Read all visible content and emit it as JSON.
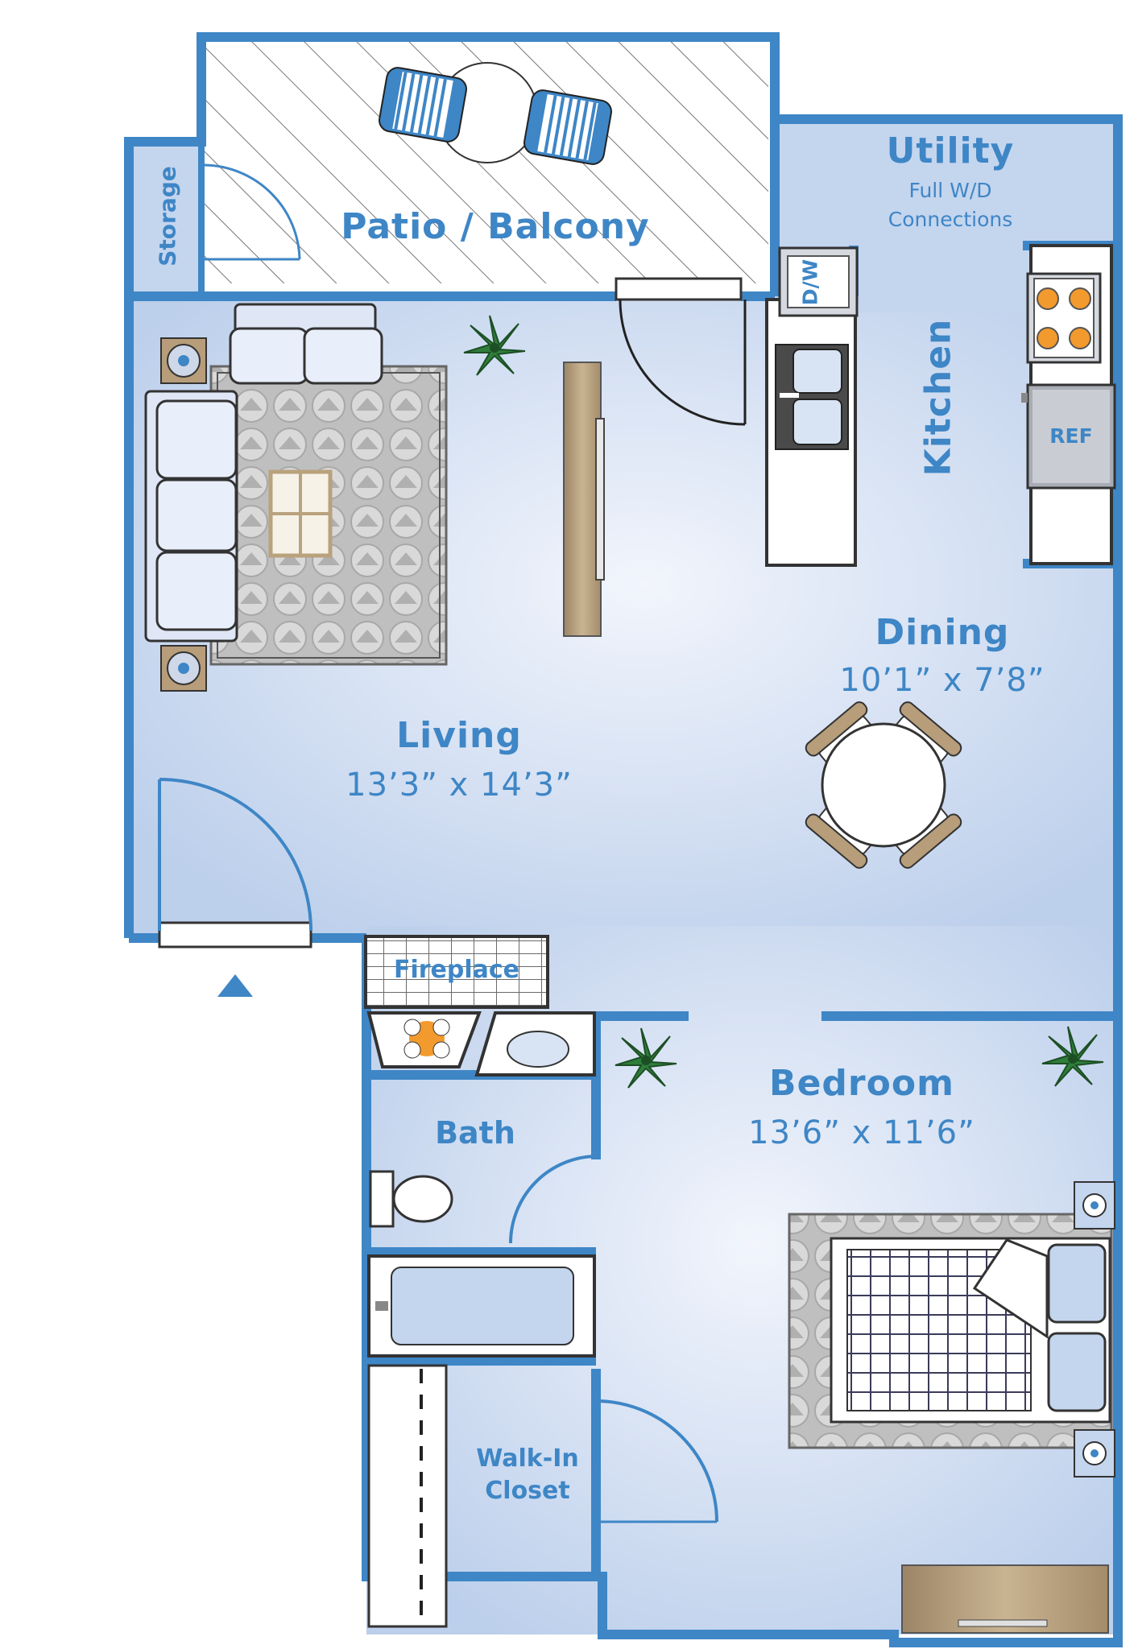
{
  "rooms": {
    "patio": "Patio / Balcony",
    "storage": "Storage",
    "utility": {
      "name": "Utility",
      "line1": "Full W/D",
      "line2": "Connections"
    },
    "kitchen": "Kitchen",
    "dining": {
      "name": "Dining",
      "size": "10’1” x 7’8”"
    },
    "living": {
      "name": "Living",
      "size": "13’3” x 14’3”"
    },
    "fireplace": "Fireplace",
    "bath": "Bath",
    "bedroom": {
      "name": "Bedroom",
      "size": "13’6” x 11’6”"
    },
    "closet": {
      "line1": "Walk-In",
      "line2": "Closet"
    }
  },
  "appliances": {
    "dishwasher": "D/W",
    "refrigerator": "REF"
  },
  "colors": {
    "wall": "#3e86c6",
    "floor": "#c4d5ee",
    "floor_center": "#f2f5fc",
    "wood": "#b79d7a",
    "plant": "#2f7d3a",
    "burner": "#f29a2e"
  }
}
